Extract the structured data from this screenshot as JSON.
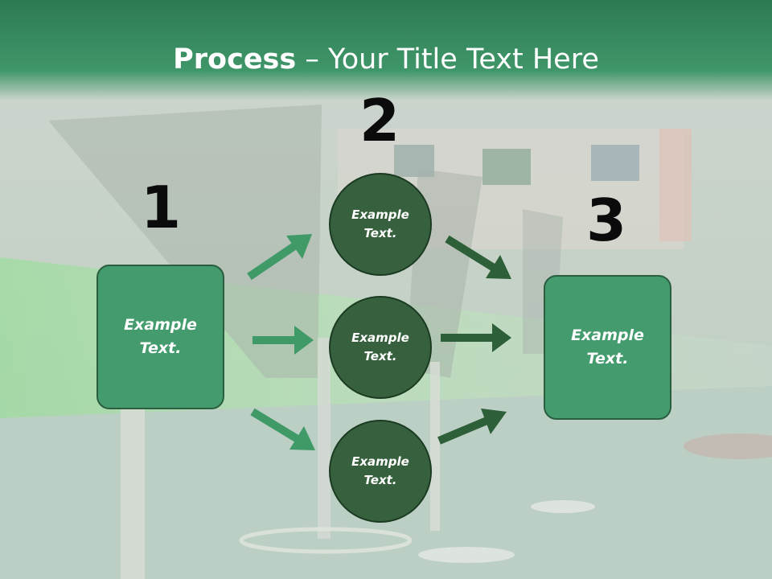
{
  "title": {
    "bold": "Process",
    "rest": " – Your Title Text Here"
  },
  "steps": {
    "n1": "1",
    "n2": "2",
    "n3": "3"
  },
  "left_box": {
    "label": "Example\nText."
  },
  "right_box": {
    "label": "Example\nText."
  },
  "circles": [
    {
      "label": "Example\nText."
    },
    {
      "label": "Example\nText."
    },
    {
      "label": "Example\nText."
    }
  ],
  "colors": {
    "header": "#2d7a52",
    "box_fill": "#449c6e",
    "circle_fill": "#37613e",
    "arrow_light": "#3f9a68",
    "arrow_dark": "#2d5f38"
  }
}
